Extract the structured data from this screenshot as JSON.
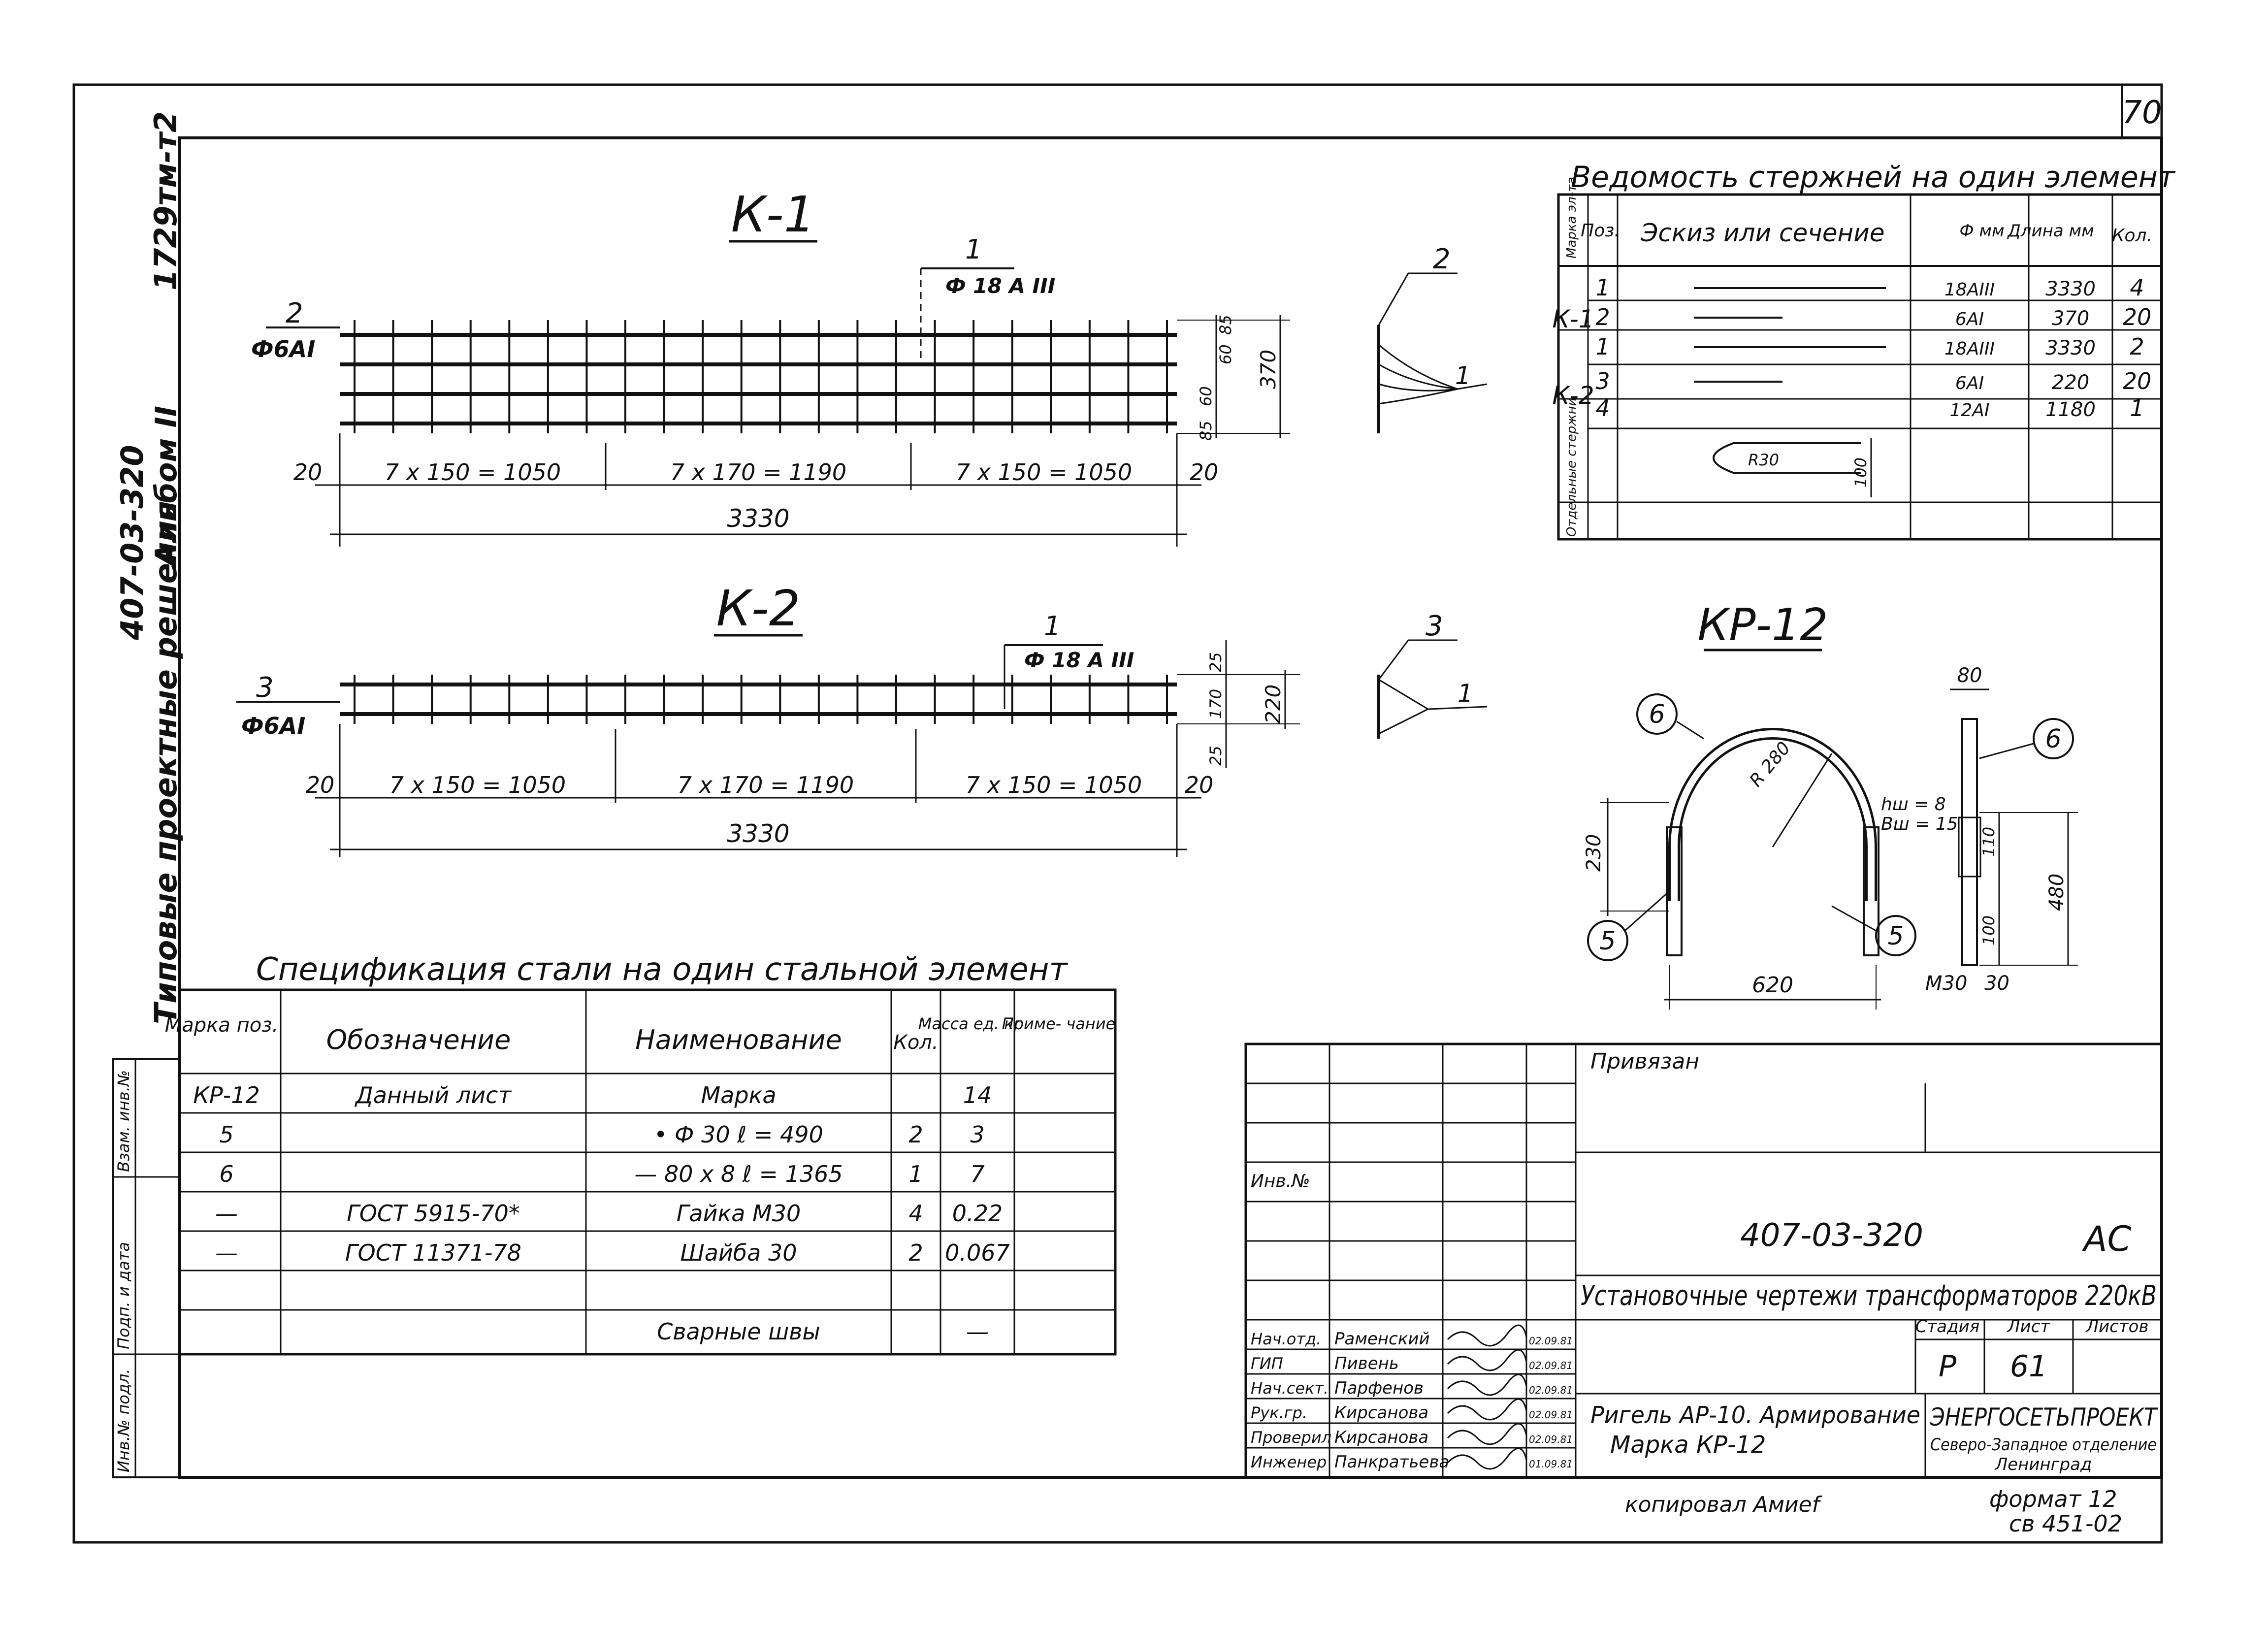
{
  "sheet": {
    "page_number": "70",
    "side_code": "1729тм-т2",
    "side_series": "407-03-320",
    "side_album": "Альбом II",
    "side_title": "Типовые проектные решения",
    "stamp_labels": [
      "Взам. инв.№",
      "Подп. и дата",
      "Инв.№ подл."
    ]
  },
  "k1": {
    "title": "К-1",
    "bar1_pos": "1",
    "bar1_mark": "Ф 18 А III",
    "bar2_pos": "2",
    "bar2_mark": "Ф6АI",
    "dim_left": "20",
    "seg1": "7 х 150 = 1050",
    "seg2": "7 х 170 = 1190",
    "seg3": "7 х 150 = 1050",
    "dim_right": "20",
    "total": "3330",
    "dims_right": [
      "85",
      "60",
      "60",
      "85",
      "370"
    ],
    "section_pos_top": "2",
    "section_pos_side": "1"
  },
  "k2": {
    "title": "К-2",
    "bar1_pos": "1",
    "bar1_mark": "Ф 18 А III",
    "bar3_pos": "3",
    "bar3_mark": "Ф6АI",
    "dim_left": "20",
    "seg1": "7 х 150 = 1050",
    "seg2": "7 х 170 = 1190",
    "seg3": "7 х 150 = 1050",
    "dim_right": "20",
    "total": "3330",
    "dims_right": [
      "25",
      "170",
      "25",
      "220"
    ],
    "section_pos_top": "3",
    "section_pos_side": "1"
  },
  "kr12": {
    "title": "КР-12",
    "callout_6": "6",
    "callout_5": "5",
    "radius": "R 280",
    "dim_230": "230",
    "dim_620": "620",
    "dim_80": "80",
    "hw": "hш = 8",
    "bw": "Вш = 15",
    "dim_110": "110",
    "dim_480": "480",
    "dim_100": "100",
    "thread": "М30",
    "dim_30": "30"
  },
  "bar_schedule": {
    "title": "Ведомость стержней на один элемент",
    "headers": [
      "Марка эл-та",
      "Поз.",
      "Эскиз или сечение",
      "Ф мм",
      "Длина мм",
      "Кол."
    ],
    "rows": [
      {
        "mark": "К-1",
        "pos": "1",
        "dia": "18АIII",
        "len": "3330",
        "qty": "4"
      },
      {
        "mark": "",
        "pos": "2",
        "dia": "6АI",
        "len": "370",
        "qty": "20"
      },
      {
        "mark": "К-2",
        "pos": "1",
        "dia": "18АIII",
        "len": "3330",
        "qty": "2"
      },
      {
        "mark": "",
        "pos": "3",
        "dia": "6АI",
        "len": "220",
        "qty": "20"
      },
      {
        "mark": "Отдельные стержни",
        "pos": "4",
        "dia": "12АI",
        "len": "1180",
        "qty": "1"
      }
    ],
    "hook_r": "R30",
    "hook_h": "100"
  },
  "spec": {
    "title": "Спецификация стали на один стальной элемент",
    "headers": [
      "Марка поз.",
      "Обозначение",
      "Наименование",
      "Кол.",
      "Масса ед. кг",
      "Приме- чание"
    ],
    "rows": [
      {
        "pos": "КР-12",
        "ref": "Данный лист",
        "name": "Марка",
        "qty": "",
        "mass": "14",
        "note": ""
      },
      {
        "pos": "5",
        "ref": "",
        "name": "• Ф 30     ℓ = 490",
        "qty": "2",
        "mass": "3",
        "note": ""
      },
      {
        "pos": "6",
        "ref": "",
        "name": "— 80 х 8     ℓ = 1365",
        "qty": "1",
        "mass": "7",
        "note": ""
      },
      {
        "pos": "—",
        "ref": "ГОСТ 5915-70*",
        "name": "Гайка М30",
        "qty": "4",
        "mass": "0.22",
        "note": ""
      },
      {
        "pos": "—",
        "ref": "ГОСТ 11371-78",
        "name": "Шайба 30",
        "qty": "2",
        "mass": "0.067",
        "note": ""
      },
      {
        "pos": "",
        "ref": "",
        "name": "",
        "qty": "",
        "mass": "",
        "note": ""
      },
      {
        "pos": "",
        "ref": "",
        "name": "Сварные швы",
        "qty": "",
        "mass": "—",
        "note": ""
      }
    ]
  },
  "title_block": {
    "privyazan": "Привязан",
    "inv_no": "Инв.№",
    "code": "407-03-320",
    "section": "АС",
    "project": "Установочные чертежи трансформаторов 220кВ",
    "stage_h": "Стадия",
    "sheet_h": "Лист",
    "sheets_h": "Листов",
    "stage": "Р",
    "sheet": "61",
    "sheets": "",
    "sheet_title_1": "Ригель АР-10. Армирование",
    "sheet_title_2": "Марка  КР-12",
    "org_1": "ЭНЕРГОСЕТЬПРОЕКТ",
    "org_2": "Северо-Западное отделение",
    "org_3": "Ленинград",
    "people": [
      {
        "role": "Нач.отд.",
        "name": "Раменский",
        "date": "02.09.81"
      },
      {
        "role": "ГИП",
        "name": "Пивень",
        "date": "02.09.81"
      },
      {
        "role": "Нач.сект.",
        "name": "Парфенов",
        "date": "02.09.81"
      },
      {
        "role": "Рук.гр.",
        "name": "Кирсанова",
        "date": "02.09.81"
      },
      {
        "role": "Проверил",
        "name": "Кирсанова",
        "date": "02.09.81"
      },
      {
        "role": "Инженер",
        "name": "Панкратьева",
        "date": "01.09.81"
      }
    ]
  },
  "footer": {
    "copied": "копировал Амиеf",
    "format": "формат 12",
    "stamp_code": "св 451-02"
  }
}
